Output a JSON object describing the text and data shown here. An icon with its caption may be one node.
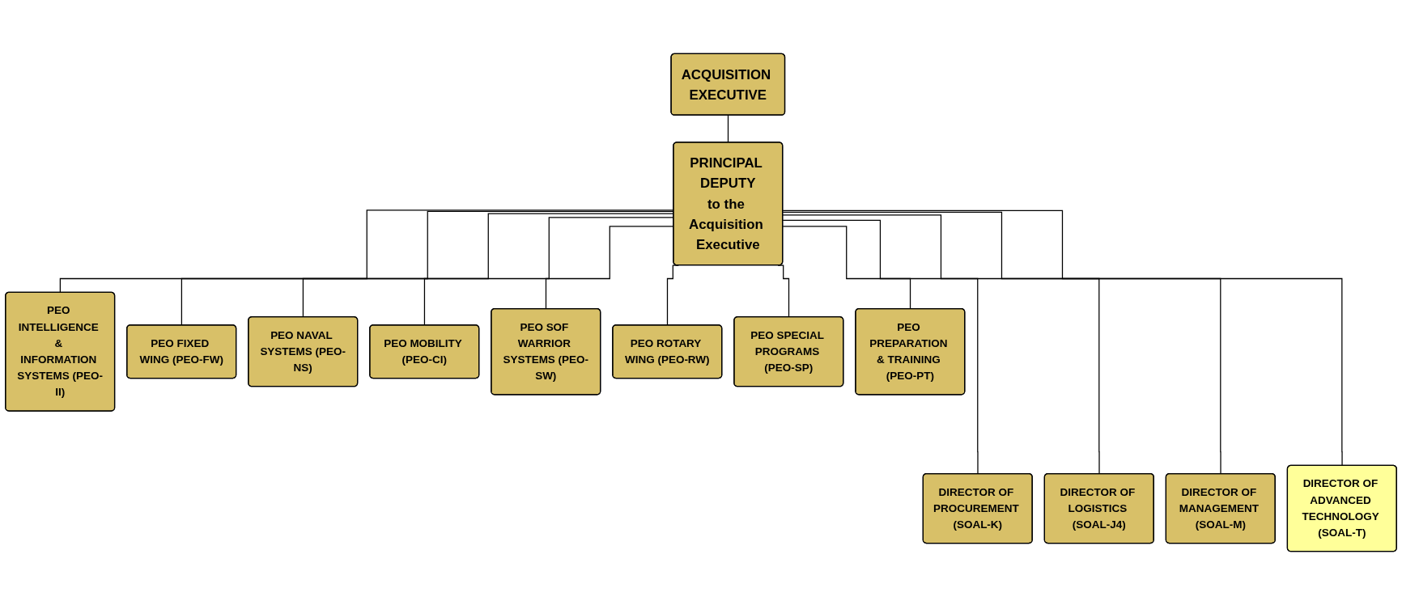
{
  "diagram": {
    "nodes": [
      {
        "text": [
          "ACQUISITION EXECUTIVE"
        ]
      },
      {
        "text": [
          "PRINCIPAL DEPUTY",
          "to the Acquisition Executive"
        ]
      },
      {
        "text": [
          "PEO INTELLIGENCE & INFORMATION SYSTEMS (PEO-II)"
        ]
      },
      {
        "text": [
          "PEO FIXED WING (PEO-FW)"
        ]
      },
      {
        "text": [
          "PEO NAVAL SYSTEMS (PEO-NS)"
        ]
      },
      {
        "text": [
          "PEO MOBILITY (PEO-CI)"
        ]
      },
      {
        "text": [
          "PEO SOF WARRIOR SYSTEMS (PEO-SW)"
        ]
      },
      {
        "text": [
          "PEO ROTARY WING (PEO-RW)"
        ]
      },
      {
        "text": [
          "PEO SPECIAL PROGRAMS (PEO-SP)"
        ]
      },
      {
        "text": [
          "PEO PREPARATION & TRAINING (PEO-PT)"
        ]
      },
      {
        "text": [
          "DIRECTOR OF PROCUREMENT (SOAL-K)"
        ]
      },
      {
        "text": [
          "DIRECTOR OF LOGISTICS (SOAL-J4)"
        ]
      },
      {
        "text": [
          "DIRECTOR OF MANAGEMENT (SOAL-M)"
        ]
      },
      {
        "text": [
          "DIRECTOR OF ADVANCED TECHNOLOGY (SOAL-T)"
        ]
      }
    ],
    "edges": [
      {
        "from": 0,
        "to": 1,
        "arrow": "none"
      },
      {
        "from": 1,
        "to": 2,
        "arrow": "none"
      },
      {
        "from": 1,
        "to": 3,
        "arrow": "none"
      },
      {
        "from": 1,
        "to": 4,
        "arrow": "none"
      },
      {
        "from": 1,
        "to": 5,
        "arrow": "none"
      },
      {
        "from": 1,
        "to": 6,
        "arrow": "none"
      },
      {
        "from": 1,
        "to": 7,
        "arrow": "none"
      },
      {
        "from": 1,
        "to": 8,
        "arrow": "none"
      },
      {
        "from": 1,
        "to": 9,
        "arrow": "none"
      },
      {
        "from": 1,
        "to": 10,
        "arrow": "none"
      },
      {
        "from": 1,
        "to": 11,
        "arrow": "none"
      },
      {
        "from": 1,
        "to": 12,
        "arrow": "none"
      },
      {
        "from": 1,
        "to": 13,
        "arrow": "none"
      }
    ]
  }
}
